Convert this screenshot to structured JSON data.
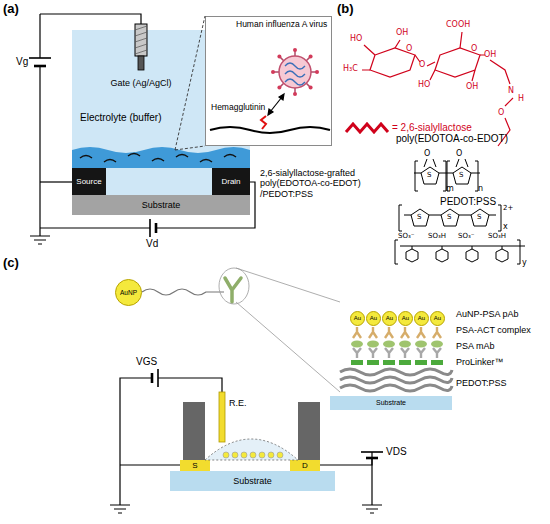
{
  "diagram": {
    "nodes": [
      {
        "text": [
          "Electrolyte (buffer)"
        ]
      },
      {
        "text": [
          "Gate (Ag/AgCl)"
        ],
        "in": 0
      },
      {
        "text": [
          "Source"
        ],
        "in": 0
      },
      {
        "text": [
          "Drain"
        ],
        "in": 0
      },
      {
        "text": [
          "Substrate"
        ]
      },
      {
        "text": [
          "Human influenza A virus",
          "Hemagglutinin"
        ]
      },
      {
        "text": [
          "AuNP"
        ]
      },
      {
        "text": [
          "Au"
        ]
      },
      {
        "text": [
          "Au"
        ]
      },
      {
        "text": [
          "Au"
        ]
      },
      {
        "text": [
          "Au"
        ]
      },
      {
        "text": [
          "Au"
        ]
      },
      {
        "text": [
          "Au"
        ]
      },
      {
        "text": [
          "Substrate"
        ]
      },
      {
        "text": [
          "S"
        ]
      },
      {
        "text": [
          "D"
        ]
      },
      {
        "text": [
          "Substrate"
        ]
      }
    ],
    "labels": [
      "(a)",
      "Vg",
      "Vd",
      "2,6-sialyllactose-grafted poly(EDOTOA-co-EDOT) /PEDOT:PSS",
      "(b)",
      "HO",
      "OH",
      "COOH",
      "O",
      "O",
      "H₃C",
      "O",
      "HO",
      "OH",
      "OH",
      "N",
      "H",
      "O",
      "= 2,6-sialyllactose",
      "poly(EDOTOA-co-EDOT)",
      "O",
      "O",
      "S",
      "S",
      "m",
      "n",
      "PEDOT:PSS",
      "S",
      "S",
      "S",
      "2+",
      "x",
      "SO₃⁻",
      "SO₃H",
      "SO₃⁻",
      "SO₃H",
      "y",
      "(c)",
      "AuNP-PSA pAb",
      "PSA-ACT complex",
      "PSA mAb",
      "ProLinker™",
      "PEDOT:PSS",
      "VGS",
      "R.E.",
      "VDS"
    ]
  }
}
